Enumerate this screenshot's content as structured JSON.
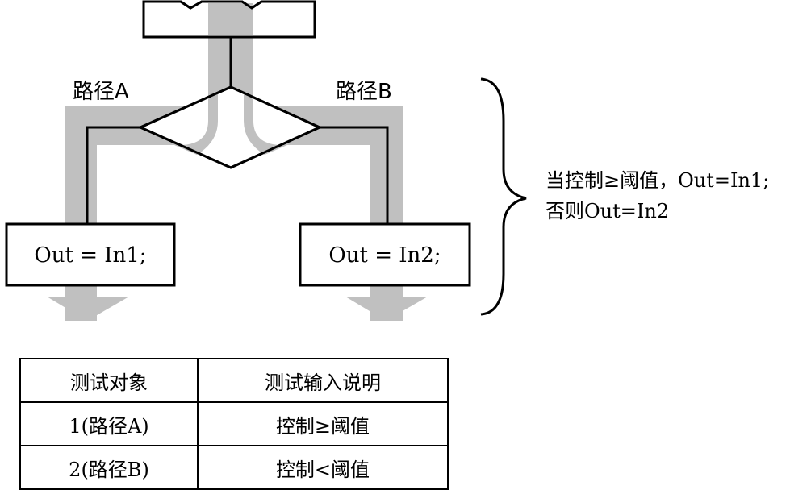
{
  "diagram": {
    "path_a_label": "路径A",
    "path_b_label": "路径B",
    "box_left_text": "Out = In1;",
    "box_right_text": "Out = In2;"
  },
  "note": {
    "line1": "当控制≥阈值，Out=In1;",
    "line2": "否则Out=In2"
  },
  "table": {
    "headers": [
      "测试对象",
      "测试输入说明"
    ],
    "rows": [
      [
        "1(路径A)",
        "控制≥阈值"
      ],
      [
        "2(路径B)",
        "控制<阈值"
      ]
    ]
  },
  "colors": {
    "path_highlight": "#c0c0c0",
    "line": "#000000"
  }
}
